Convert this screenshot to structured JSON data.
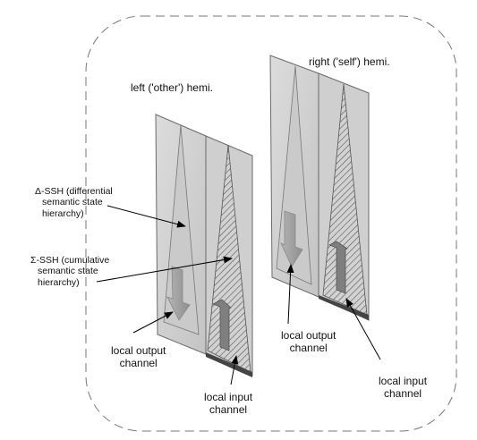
{
  "hemispheres": {
    "left": {
      "title": "left ('other') hemi."
    },
    "right": {
      "title": "right ('self') hemi."
    }
  },
  "annotations": {
    "delta_ssh": [
      "Δ-SSH (differential",
      "semantic state",
      "hierarchy)"
    ],
    "sigma_ssh": [
      "Σ-SSH (cumulative",
      "semantic state",
      "hierarchy)"
    ],
    "left_output": [
      "local output",
      "channel"
    ],
    "left_input": [
      "local input",
      "channel"
    ],
    "right_output": [
      "local output",
      "channel"
    ],
    "right_input": [
      "local input",
      "channel"
    ]
  },
  "colors": {
    "panel_light": "#d6d6d6",
    "panel_mid": "#c8c8c8",
    "panel_dark": "#a9a9a9",
    "stroke": "#666666",
    "hatch": "#555555",
    "arrow": "#9a9a9a",
    "pointer": "#000000",
    "frame": "#777777"
  }
}
